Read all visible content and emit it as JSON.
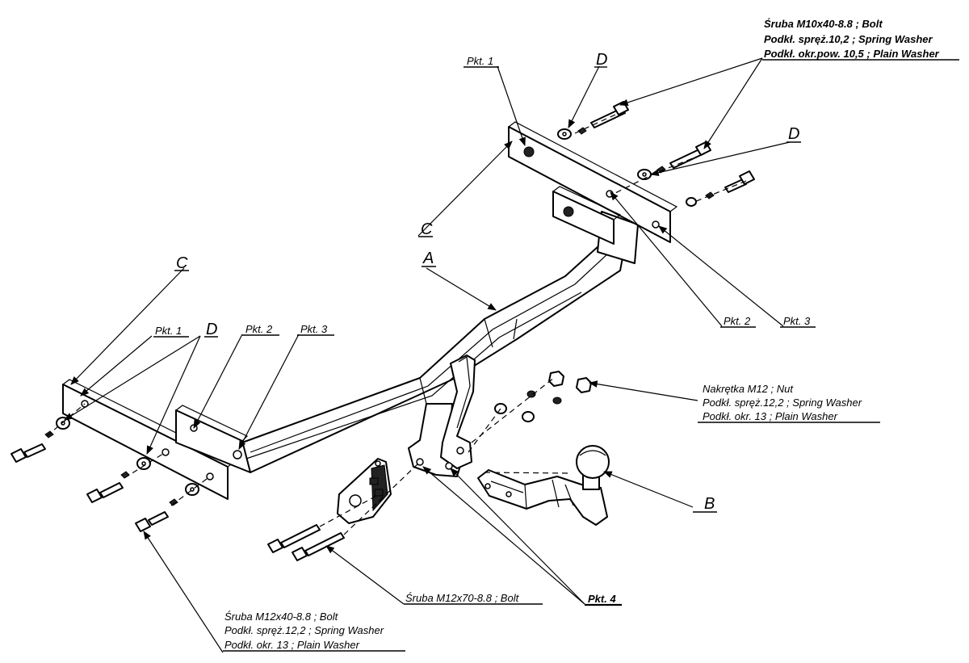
{
  "labels": {
    "part_a": "A",
    "part_b": "B",
    "part_c": "C",
    "part_d": "D",
    "pkt1": "Pkt. 1",
    "pkt2": "Pkt. 2",
    "pkt3": "Pkt. 3",
    "pkt4": "Pkt. 4"
  },
  "notes": {
    "top_right": [
      "Śruba M10x40-8.8 ;  Bolt",
      "Podkł. spręż.10,2 ; Spring Washer",
      "Podkł. okr.pow.  10,5 ; Plain Washer"
    ],
    "nut_group": [
      "Nakrętka  M12 ; Nut",
      "Podkł. spręż.12,2 ; Spring Washer",
      "Podkł. okr. 13 ; Plain Washer"
    ],
    "bolt_m12x70": "Śruba M12x70-8.8 ;  Bolt",
    "bottom_left": [
      "Śruba M12x40-8.8 ;  Bolt",
      "Podkł. spręż.12,2 ; Spring Washer",
      "Podkł. okr. 13 ; Plain Washer"
    ]
  }
}
